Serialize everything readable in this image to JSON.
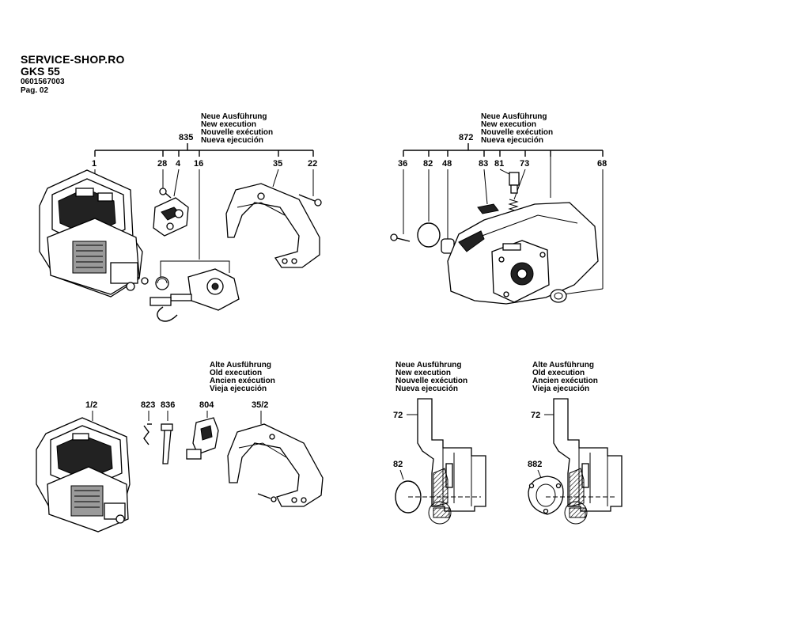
{
  "header": {
    "site": "SERVICE-SHOP.RO",
    "model": "GKS 55",
    "part_number": "0601567003",
    "page": "Pag. 02"
  },
  "captions": {
    "new": [
      "Neue Ausführung",
      "New execution",
      "Nouvelle exécution",
      "Nueva ejecución"
    ],
    "old": [
      "Alte Ausführung",
      "Old execution",
      "Ancien exécution",
      "Vieja ejecución"
    ]
  },
  "groups": {
    "top_left": {
      "assembly": "835",
      "parts": [
        "1",
        "28",
        "4",
        "16",
        "35",
        "22"
      ]
    },
    "top_right": {
      "assembly": "872",
      "parts": [
        "36",
        "82",
        "48",
        "83",
        "81",
        "73",
        "68"
      ]
    },
    "bottom_left": {
      "parts": [
        "1/2",
        "823",
        "836",
        "804",
        "35/2"
      ]
    },
    "detail_new": {
      "parts": [
        "72",
        "82"
      ]
    },
    "detail_old": {
      "parts": [
        "72",
        "882"
      ]
    }
  }
}
